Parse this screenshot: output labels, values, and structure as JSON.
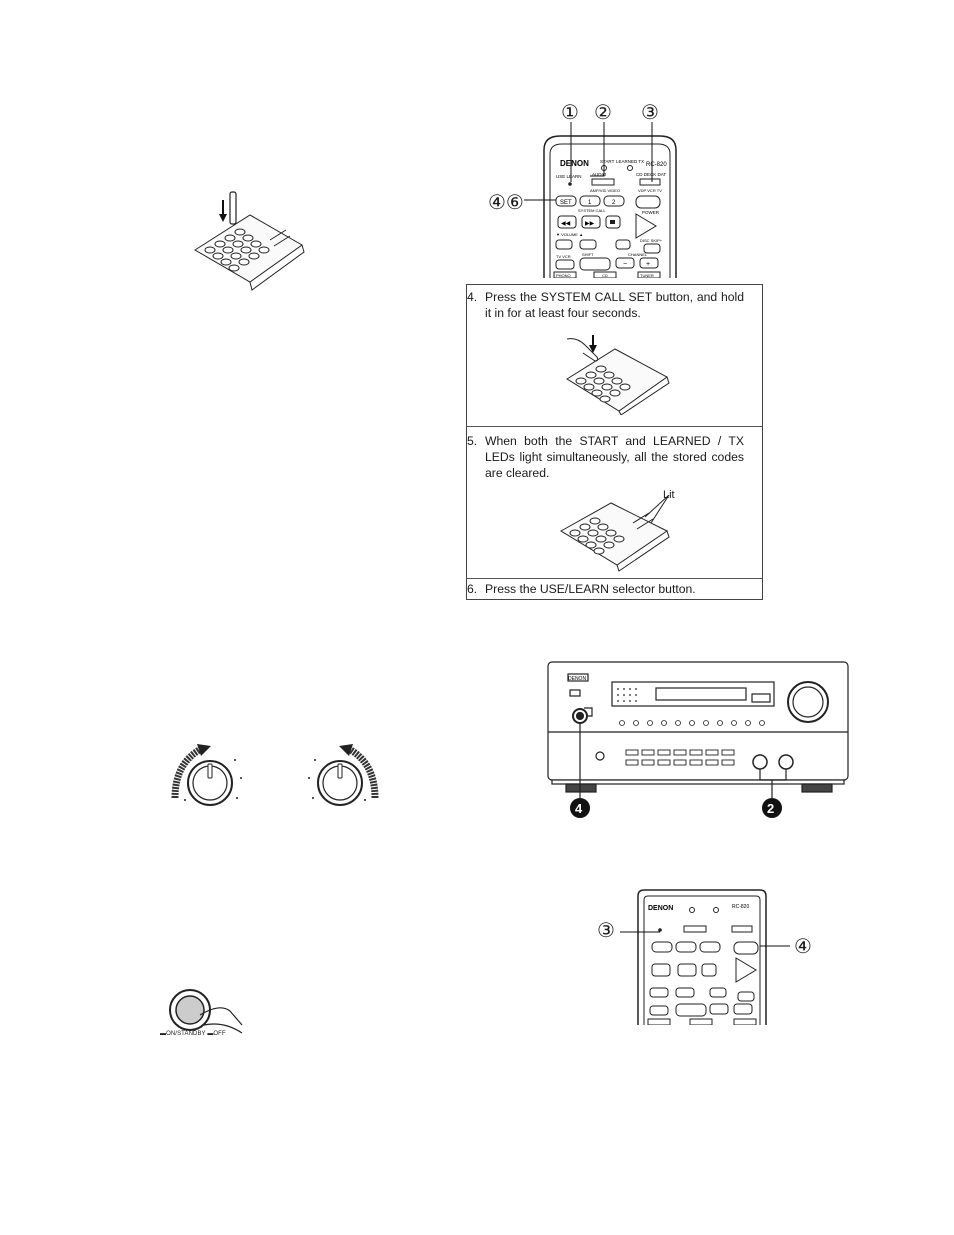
{
  "remote_top": {
    "brand": "DENON",
    "model": "RC-820",
    "labels": {
      "start": "START",
      "learned_tx": "LEARNED TX",
      "use_learn": "USE LEARN",
      "audio": "AUDIO",
      "cd_deck_dat": "CD DECK DAT",
      "amp_vid_video": "AMP/VID VIDEO",
      "vdp_vcr_tv": "VDP VCR TV",
      "set": "SET",
      "one": "1",
      "two": "2",
      "system_call": "SYSTEM CALL",
      "power": "POWER",
      "volume": "▼ VOLUME ▲",
      "disc_skip": "DISC SKIP+",
      "tv_vcr": "TV VCR",
      "shift": "SHIFT",
      "channel": "CHANNEL",
      "minus": "−",
      "plus": "+",
      "phono": "PHONO",
      "cd": "CD",
      "tuner": "TUNER"
    },
    "callouts": [
      "①",
      "②",
      "③",
      "④⑥"
    ]
  },
  "steps": [
    {
      "number": "4.",
      "text": "Press the SYSTEM CALL SET button, and hold it in for at least four seconds."
    },
    {
      "number": "5.",
      "text": "When both the START and LEARNED / TX LEDs light  simultaneously, all the stored codes are cleared."
    },
    {
      "number": "6.",
      "text": "Press the USE/LEARN selector button."
    }
  ],
  "lit_label": "Lit",
  "receiver": {
    "brand": "DENON",
    "callouts": [
      "4",
      "2"
    ]
  },
  "power_button": {
    "label": "▬ON/STANDBY ▬OFF"
  },
  "remote_bottom": {
    "brand": "DENON",
    "model": "RC-820",
    "callouts": [
      "③",
      "④"
    ]
  }
}
